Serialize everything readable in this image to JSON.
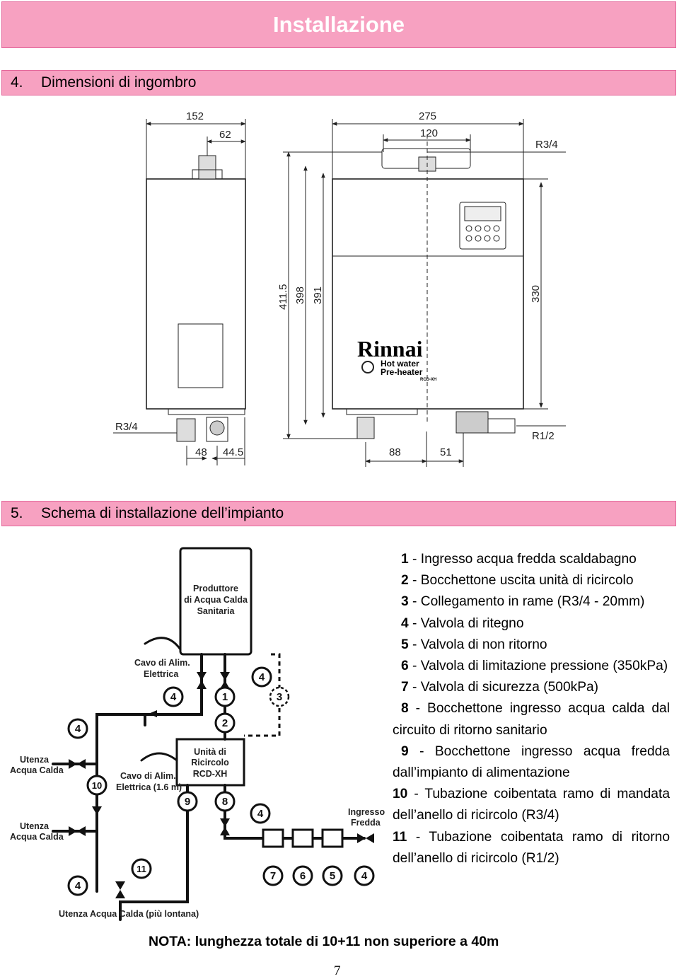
{
  "header": {
    "title": "Installazione"
  },
  "section4": {
    "num": "4.",
    "title": "Dimensioni di ingombro"
  },
  "section5": {
    "num": "5.",
    "title": "Schema di installazione dell’impianto"
  },
  "dimensions": {
    "d152": "152",
    "d62": "62",
    "d275": "275",
    "d120": "120",
    "r34_top": "R3/4",
    "d4115": "411.5",
    "d398": "398",
    "d391": "391",
    "d330": "330",
    "r34_left": "R3/4",
    "d48": "48",
    "d445": "44.5",
    "d88": "88",
    "d51": "51",
    "r12": "R1/2"
  },
  "brand": {
    "name": "Rinnai",
    "line1": "Hot water",
    "line2": "Pre-heater",
    "model": "RCD-XH"
  },
  "schema": {
    "producer_l1": "Produttore",
    "producer_l2": "di Acqua Calda",
    "producer_l3": "Sanitaria",
    "cable1_l1": "Cavo di Alim.",
    "cable1_l2": "Elettrica",
    "unit_l1": "Unità di",
    "unit_l2": "Ricircolo",
    "unit_l3": "RCD-XH",
    "cable2_l1": "Cavo di Alim.",
    "cable2_l2": "Elettrica (1.6 m)",
    "utenza1_l1": "Utenza",
    "utenza1_l2": "Acqua Calda",
    "utenza2_l1": "Utenza",
    "utenza2_l2": "Acqua Calda",
    "ingresso_l1": "Ingresso",
    "ingresso_l2": "Fredda",
    "utenza_far": "Utenza Acqua Calda (più lontana)",
    "c1": "1",
    "c2": "2",
    "c3": "3",
    "c4": "4",
    "c5": "5",
    "c6": "6",
    "c7": "7",
    "c8": "8",
    "c9": "9",
    "c10": "10",
    "c11": "11"
  },
  "legend": [
    {
      "num": "1",
      "text": "- Ingresso acqua fredda scaldabagno"
    },
    {
      "num": "2",
      "text": "- Bocchettone uscita unità di ricircolo"
    },
    {
      "num": "3",
      "text": "- Collegamento in rame (R3/4 - 20mm)"
    },
    {
      "num": "4",
      "text": "- Valvola di ritegno"
    },
    {
      "num": "5",
      "text": "- Valvola di non ritorno"
    },
    {
      "num": "6",
      "text": "- Valvola di limitazione pressione (350kPa)"
    },
    {
      "num": "7",
      "text": "- Valvola di sicurezza (500kPa)"
    },
    {
      "num": "8",
      "text": "- Bocchettone ingresso acqua calda dal circuito di ritorno sanitario"
    },
    {
      "num": "9",
      "text": "- Bocchettone ingresso acqua fredda dall’impianto di alimentazione"
    },
    {
      "num": "10",
      "text": "- Tubazione coibentata ramo di mandata dell’anello di ricircolo (R3/4)"
    },
    {
      "num": "11",
      "text": "- Tubazione coibentata ramo di ritorno dell’anello di ricircolo (R1/2)"
    }
  ],
  "note": "NOTA: lunghezza totale di 10+11 non superiore a 40m",
  "page_number": "7"
}
